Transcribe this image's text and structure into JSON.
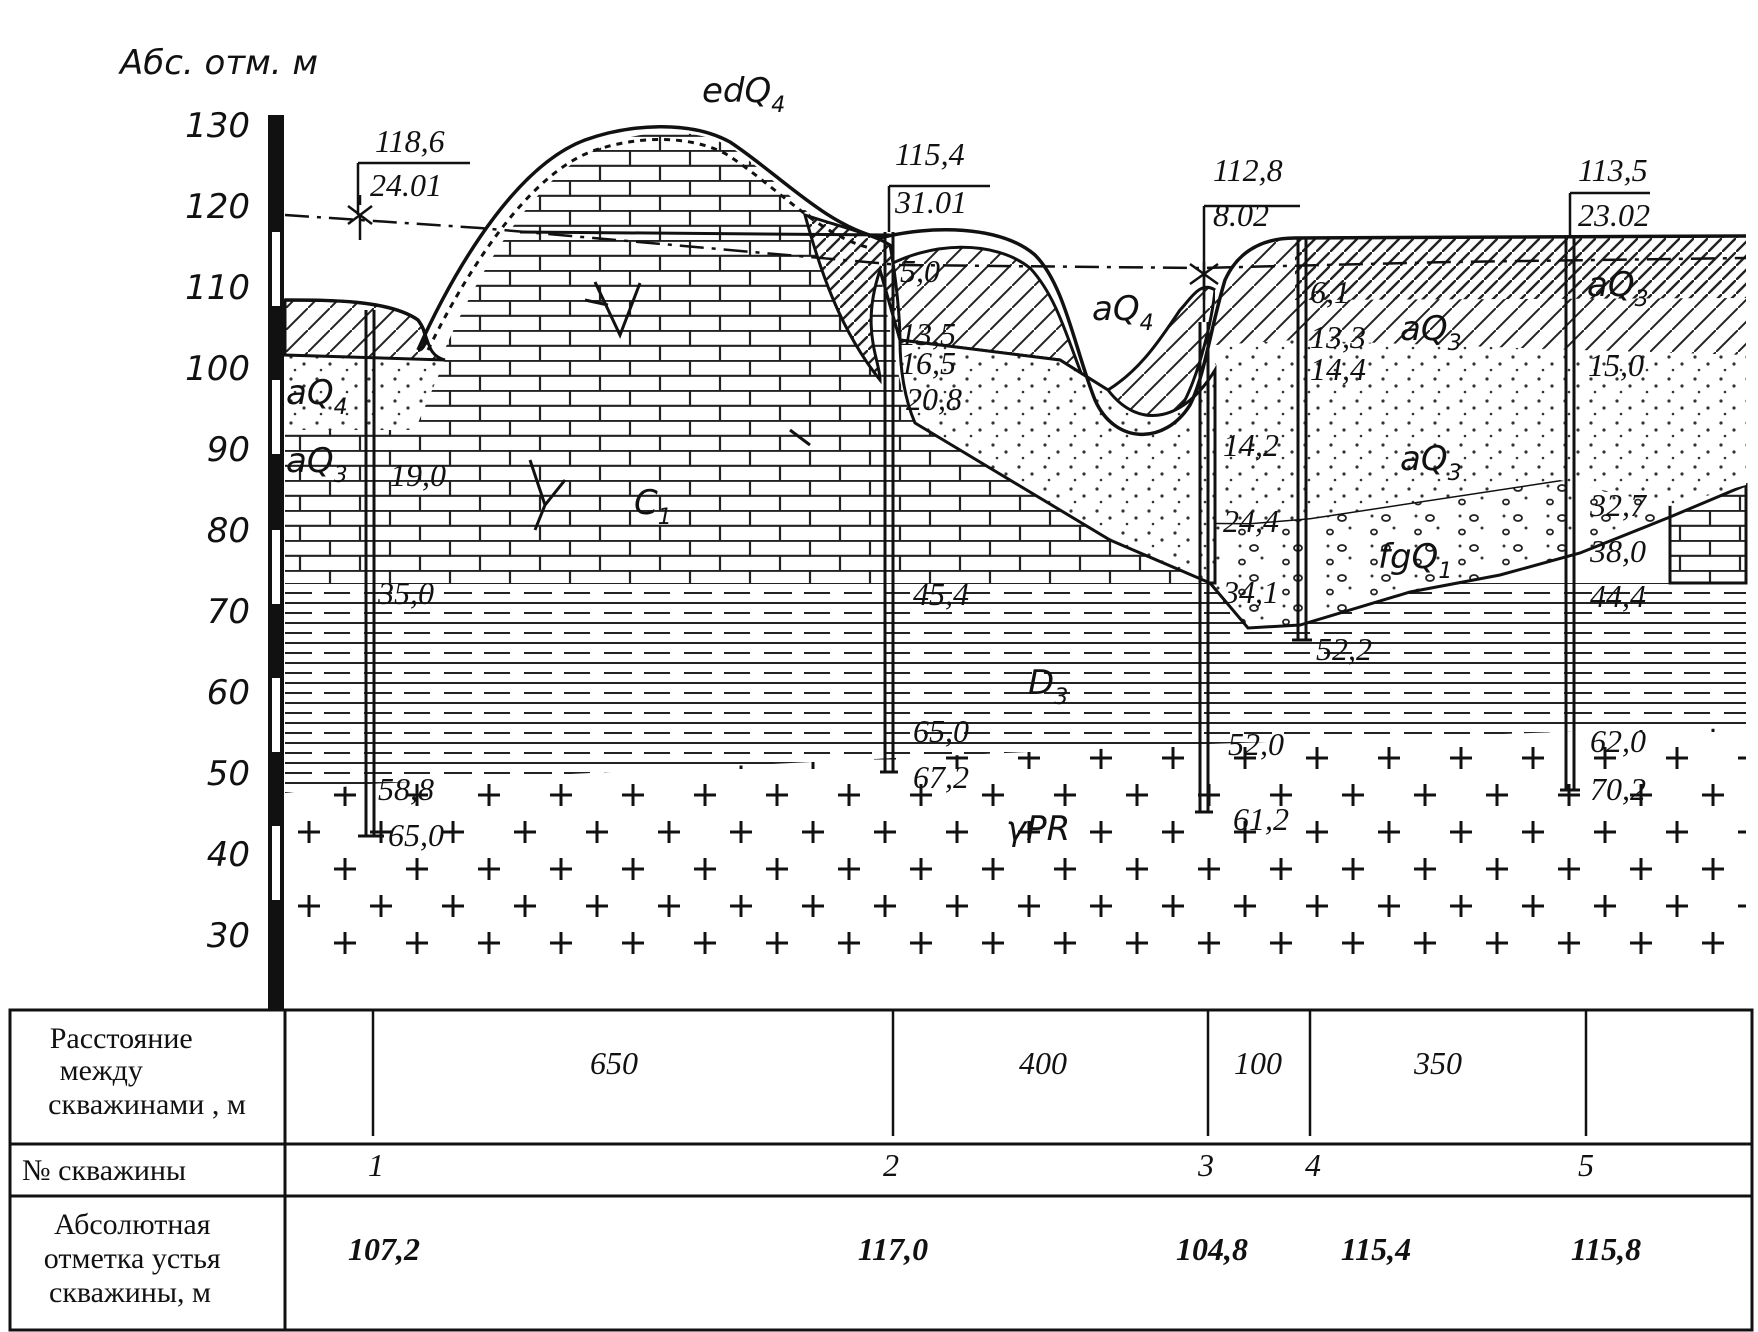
{
  "axis": {
    "title": "Абс. отм. м",
    "ticks": [
      130,
      120,
      110,
      100,
      90,
      80,
      70,
      60,
      50,
      40,
      30
    ]
  },
  "wells": [
    {
      "id": "1",
      "top": "118,6",
      "date": "24.01",
      "depths": [
        "19,0",
        "35,0",
        "58,8",
        "65,0"
      ]
    },
    {
      "id": "2",
      "top": "115,4",
      "date": "31.01",
      "depths": [
        "5,0",
        "13,5",
        "16,5",
        "20,8",
        "45,4",
        "65,0",
        "67,2"
      ]
    },
    {
      "id": "3",
      "top": "112,8",
      "date": "8.02",
      "depths": [
        "14,2",
        "24,4",
        "34,1",
        "52,0",
        "61,2"
      ]
    },
    {
      "id": "4",
      "depths": [
        "6,1",
        "13,3",
        "14,4",
        "52,2"
      ]
    },
    {
      "id": "5",
      "top": "113,5",
      "date": "23.02",
      "depths": [
        "15,0",
        "32,7",
        "38,0",
        "44,4",
        "62,0",
        "70,2"
      ]
    }
  ],
  "strata": {
    "edQ4": {
      "base": "edQ",
      "sub": "4"
    },
    "aQ4": {
      "base": "aQ",
      "sub": "4"
    },
    "aQ3": {
      "base": "aQ",
      "sub": "3"
    },
    "fgQ1": {
      "base": "fgQ",
      "sub": "1"
    },
    "C1": {
      "base": "C",
      "sub": "1"
    },
    "D3": {
      "base": "D",
      "sub": "3"
    },
    "gPR": "γPR"
  },
  "table": {
    "row_distance": {
      "label_lines": [
        "Расстояние",
        "между",
        "скважинами , м"
      ],
      "values": [
        "650",
        "400",
        "100",
        "350"
      ]
    },
    "row_number": {
      "label": "№ скважины",
      "values": [
        "1",
        "2",
        "3",
        "4",
        "5"
      ]
    },
    "row_elevation": {
      "label_lines": [
        "Абсолютная",
        "отметка устья",
        "скважины, м"
      ],
      "values": [
        "107,2",
        "117,0",
        "104,8",
        "115,4",
        "115,8"
      ]
    }
  }
}
